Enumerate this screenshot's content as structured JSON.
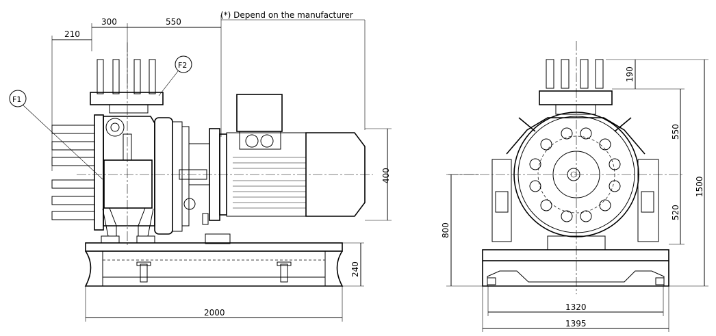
{
  "note": "(*) Depend on the manufacturer",
  "callouts": {
    "f1": "F1",
    "f2": "F2"
  },
  "side_view": {
    "dims": {
      "top_left": "210",
      "top_mid": "300",
      "top_right": "550",
      "motor_height": "400",
      "base_height": "240",
      "total_length": "2000"
    }
  },
  "front_view": {
    "dims": {
      "nozzle": "190",
      "upper": "550",
      "lower": "520",
      "total_height": "1500",
      "shaft_height": "800",
      "inner_width": "1320",
      "outer_width": "1395"
    }
  }
}
